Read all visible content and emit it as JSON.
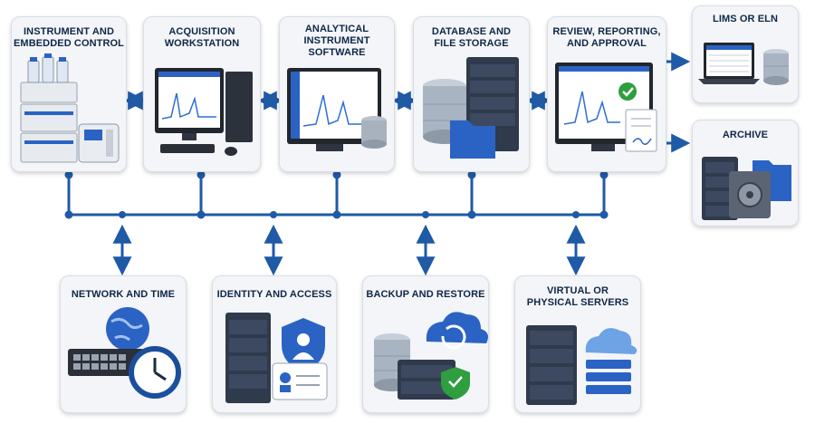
{
  "colors": {
    "connector": "#1f5aa6",
    "card_bg": "#f3f5f8",
    "title_text": "#0f2746",
    "screen_chart": "#2d6fd0",
    "server_dark": "#2f3a4d",
    "accent_blue": "#2b63c4",
    "check_green": "#2e9e3f"
  },
  "nodes": {
    "instrument": {
      "label": "INSTRUMENT AND\nEMBEDDED CONTROL",
      "icon": "lab-instrument-icon"
    },
    "acquisition": {
      "label": "ACQUISITION\nWORKSTATION",
      "icon": "workstation-icon"
    },
    "analytical": {
      "label": "ANALYTICAL\nINSTRUMENT\nSOFTWARE",
      "icon": "software-monitor-icon"
    },
    "database": {
      "label": "DATABASE AND\nFILE STORAGE",
      "icon": "database-server-icon"
    },
    "review": {
      "label": "REVIEW, REPORTING,\nAND APPROVAL",
      "icon": "approval-monitor-icon"
    },
    "lims": {
      "label": "LIMS OR ELN",
      "icon": "laptop-database-icon"
    },
    "archive": {
      "label": "ARCHIVE",
      "icon": "archive-vault-icon"
    },
    "network": {
      "label": "NETWORK AND TIME",
      "icon": "network-switch-clock-icon"
    },
    "identity": {
      "label": "IDENTITY AND ACCESS",
      "icon": "identity-shield-icon"
    },
    "backup": {
      "label": "BACKUP AND RESTORE",
      "icon": "backup-cloud-icon"
    },
    "servers": {
      "label": "VIRTUAL OR\nPHYSICAL SERVERS",
      "icon": "server-cloud-icon"
    }
  }
}
